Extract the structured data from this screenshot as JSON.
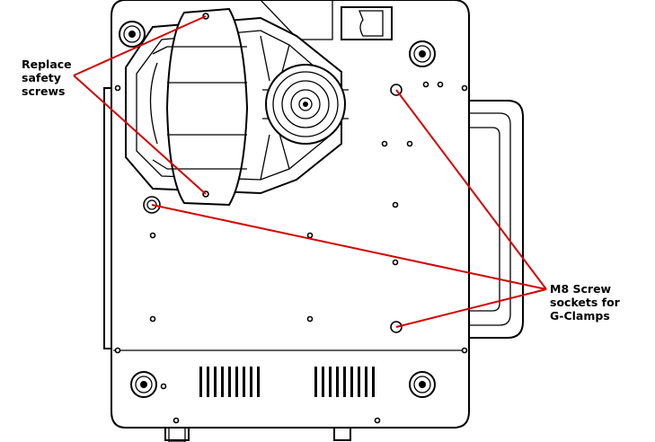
{
  "callouts": {
    "safety_screws": {
      "lines": [
        "Replace",
        "safety",
        "screws"
      ]
    },
    "g_clamps": {
      "lines": [
        "M8 Screw",
        "sockets for",
        "G-Clamps"
      ]
    }
  },
  "colors": {
    "callout_line": "#d40000",
    "outline": "#000000",
    "background": "#ffffff"
  }
}
